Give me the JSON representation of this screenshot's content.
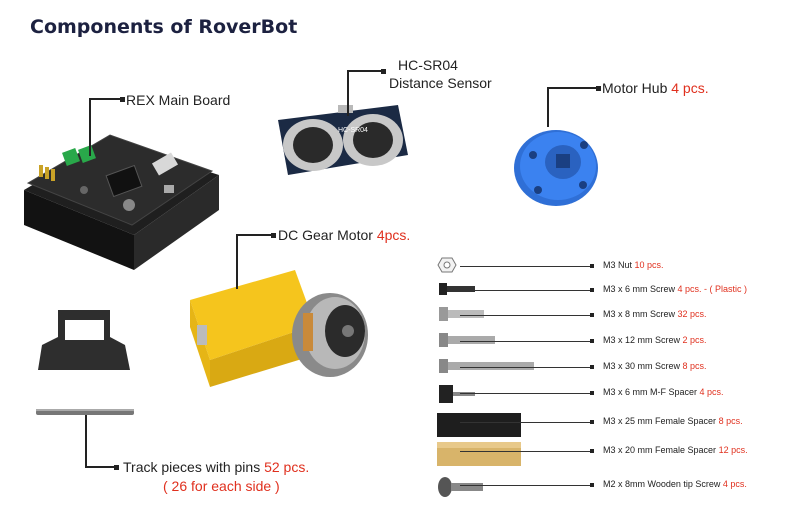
{
  "title": "Components of RoverBot",
  "components": {
    "main_board": {
      "label": "REX Main Board"
    },
    "sensor": {
      "label_line1": "HC-SR04",
      "label_line2": "Distance Sensor",
      "chip_text": "HC-SR04"
    },
    "motor_hub": {
      "label": "Motor Hub",
      "qty": "4 pcs."
    },
    "gear_motor": {
      "label": "DC Gear Motor",
      "qty": "4pcs."
    },
    "track": {
      "label": "Track pieces with pins",
      "qty": "52 pcs.",
      "note": "( 26 for each side )"
    }
  },
  "parts": [
    {
      "name": "M3 Nut",
      "qty": "10 pcs.",
      "extra": ""
    },
    {
      "name": "M3 x 6 mm Screw",
      "qty": "4 pcs. - ( Plastic )",
      "extra": ""
    },
    {
      "name": "M3 x 8 mm Screw",
      "qty": "32 pcs.",
      "extra": ""
    },
    {
      "name": "M3 x 12 mm Screw",
      "qty": "2 pcs.",
      "extra": ""
    },
    {
      "name": "M3 x 30 mm Screw",
      "qty": "8 pcs.",
      "extra": ""
    },
    {
      "name": "M3 x 6 mm M-F Spacer",
      "qty": "4 pcs.",
      "extra": ""
    },
    {
      "name": "M3 x 25 mm Female Spacer",
      "qty": "8 pcs.",
      "extra": ""
    },
    {
      "name": "M3 x 20 mm Female Spacer",
      "qty": "12 pcs.",
      "extra": ""
    },
    {
      "name": "M2 x 8mm Wooden tip Screw",
      "qty": "4 pcs.",
      "extra": ""
    }
  ],
  "colors": {
    "accent": "#e0301e",
    "title": "#1c2140",
    "hub": "#2f6fd6",
    "motor": "#f5c51d"
  }
}
